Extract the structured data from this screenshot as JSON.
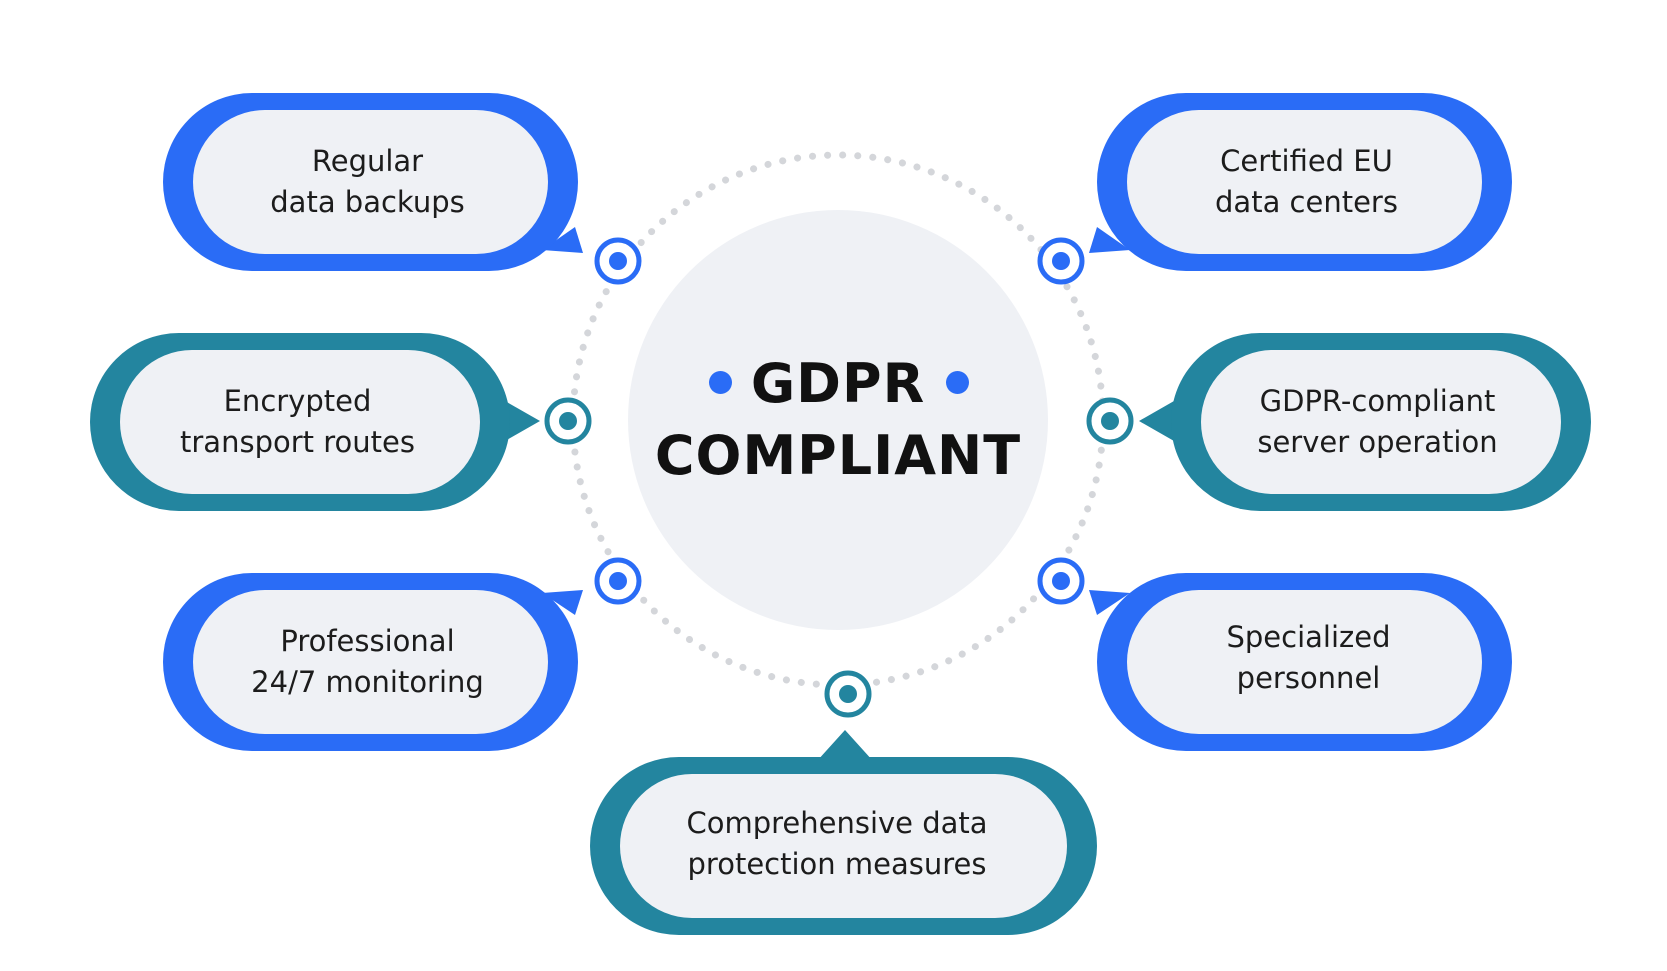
{
  "center": {
    "line1": "GDPR",
    "line2": "COMPLIANT"
  },
  "colors": {
    "blue": "#2a6cf6",
    "teal": "#23859f",
    "bubble_fill": "#eff1f5",
    "center_fill": "#eff1f5",
    "dotted_ring": "#d4d6da"
  },
  "nodes": [
    {
      "id": "regular-backups",
      "line1": "Regular",
      "line2": "data backups",
      "color": "blue"
    },
    {
      "id": "certified-eu",
      "line1": "Certified EU",
      "line2": "data centers",
      "color": "blue"
    },
    {
      "id": "encrypted-transport",
      "line1": "Encrypted",
      "line2": "transport routes",
      "color": "teal"
    },
    {
      "id": "gdpr-server",
      "line1": "GDPR-compliant",
      "line2": "server operation",
      "color": "teal"
    },
    {
      "id": "professional-monitoring",
      "line1": "Professional",
      "line2": "24/7 monitoring",
      "color": "blue"
    },
    {
      "id": "specialized-personnel",
      "line1": "Specialized",
      "line2": "personnel",
      "color": "blue"
    },
    {
      "id": "data-protection",
      "line1": "Comprehensive data",
      "line2": "protection measures",
      "color": "teal"
    }
  ]
}
